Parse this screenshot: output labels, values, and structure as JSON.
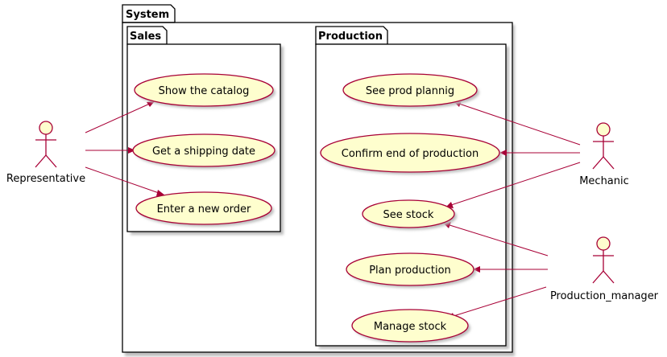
{
  "colors": {
    "usecase_fill": "#FEFECE",
    "line": "#A80036",
    "frame": "#000000"
  },
  "packages": {
    "system": "System",
    "sales": "Sales",
    "production": "Production"
  },
  "actors": {
    "representative": "Representative",
    "mechanic": "Mechanic",
    "production_manager": "Production_manager"
  },
  "usecases": {
    "show_catalog": "Show the catalog",
    "shipping_date": "Get a shipping date",
    "new_order": "Enter a new order",
    "prod_planning": "See prod plannig",
    "confirm_end": "Confirm end of production",
    "see_stock": "See stock",
    "plan_production": "Plan  production",
    "manage_stock": "Manage stock"
  }
}
